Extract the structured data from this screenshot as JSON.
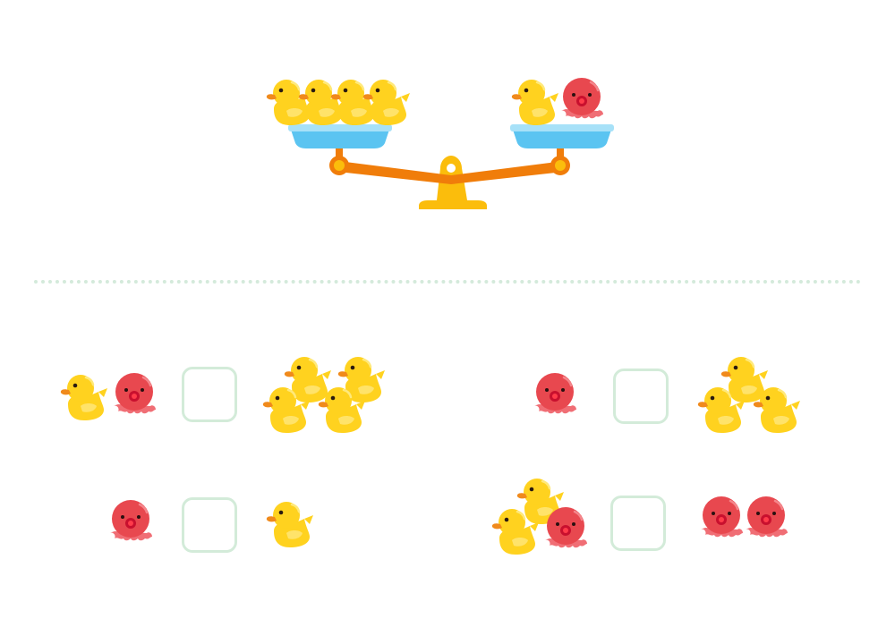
{
  "colors": {
    "duck_body": "#ffd21f",
    "duck_wing": "#ffe36a",
    "duck_beak": "#f08a1c",
    "octopus_body": "#e8484f",
    "octopus_mouth": "#c8102e",
    "pan": "#5bc4f1",
    "pan_rim": "#a7e1f8",
    "beam": "#f07d0a",
    "stand": "#fbbd0c",
    "divider": "#d4eadb",
    "box_border": "#d3ebd9"
  },
  "icons": {
    "duck": "rubber-duck-icon",
    "octopus": "octopus-icon",
    "scale": "balance-scale-icon"
  },
  "scale": {
    "left_pan": {
      "ducks": 4,
      "octopuses": 0
    },
    "right_pan": {
      "ducks": 1,
      "octopuses": 1
    }
  },
  "problems": [
    {
      "left": {
        "ducks": 1,
        "octopuses": 1
      },
      "answer": "",
      "right": {
        "ducks": 4,
        "octopuses": 0
      }
    },
    {
      "left": {
        "ducks": 0,
        "octopuses": 1
      },
      "answer": "",
      "right": {
        "ducks": 3,
        "octopuses": 0
      }
    },
    {
      "left": {
        "ducks": 0,
        "octopuses": 1
      },
      "answer": "",
      "right": {
        "ducks": 1,
        "octopuses": 0
      }
    },
    {
      "left": {
        "ducks": 2,
        "octopuses": 1
      },
      "answer": "",
      "right": {
        "ducks": 0,
        "octopuses": 2
      }
    }
  ]
}
